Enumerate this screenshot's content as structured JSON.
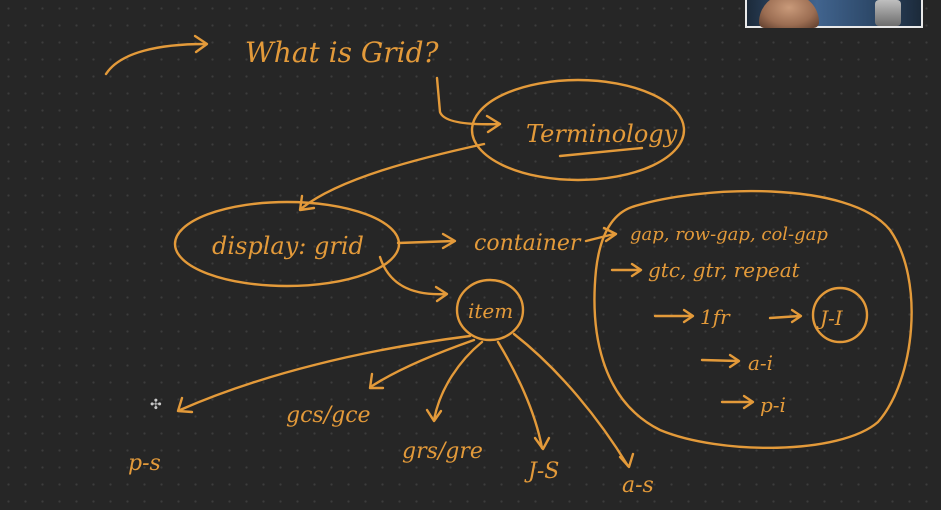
{
  "title": "What is Grid?",
  "notes": {
    "terminology": "Terminology",
    "display_grid": "display: grid",
    "container": "container",
    "item": "item",
    "container_props": [
      "gap, row-gap, col-gap",
      "gtc, gtr, repeat",
      "1fr",
      "J-I",
      "a-i",
      "p-i"
    ],
    "item_props": [
      "p-s",
      "gcs/gce",
      "grs/gre",
      "J-S",
      "a-s"
    ]
  },
  "colors": {
    "ink": "#e39a3a",
    "board": "#262626"
  }
}
